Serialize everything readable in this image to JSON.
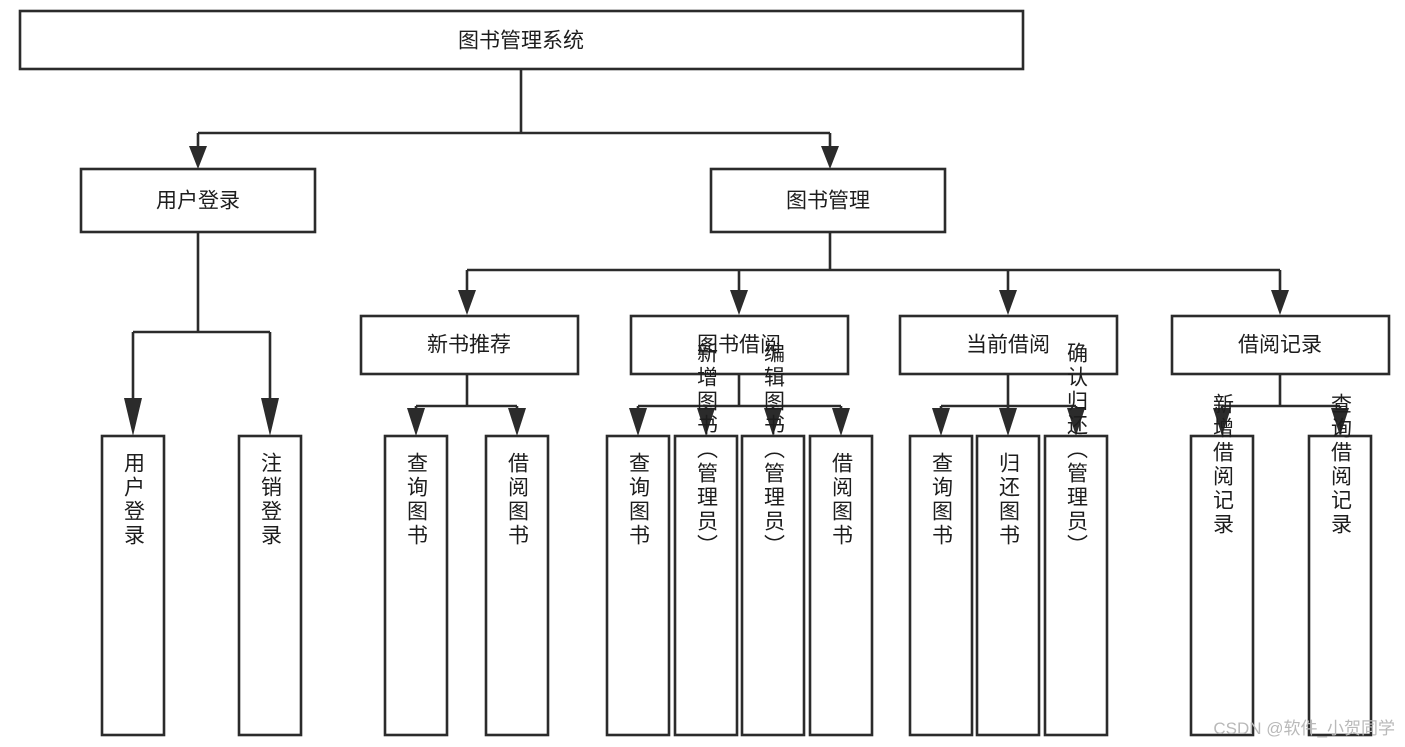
{
  "diagram": {
    "type": "tree-hierarchy",
    "orientation": "top-down",
    "title": "图书管理系统",
    "colors": {
      "box_fill": "#ffffff",
      "box_stroke": "#2b2b2b",
      "text": "#1d1d1d",
      "background": "#ffffff",
      "watermark": "#b9b9b9"
    },
    "levels": {
      "root": "图书管理系统",
      "level2": [
        "用户登录",
        "图书管理"
      ],
      "level3": [
        "新书推荐",
        "图书借阅",
        "当前借阅",
        "借阅记录"
      ],
      "level4_count": 13
    }
  },
  "root": {
    "label": "图书管理系统"
  },
  "level2": [
    {
      "label": "用户登录"
    },
    {
      "label": "图书管理"
    }
  ],
  "level3": [
    {
      "label": "新书推荐"
    },
    {
      "label": "图书借阅"
    },
    {
      "label": "当前借阅"
    },
    {
      "label": "借阅记录"
    }
  ],
  "leaves": {
    "user_login": [
      {
        "label": "用户登录"
      },
      {
        "label": "注销登录"
      }
    ],
    "new_book": [
      {
        "label": "查询图书"
      },
      {
        "label": "借阅图书"
      }
    ],
    "book_borrow": [
      {
        "label": "查询图书"
      },
      {
        "label": "新增图书（管理员）"
      },
      {
        "label": "编辑图书（管理员）"
      },
      {
        "label": "借阅图书"
      }
    ],
    "current_borrow": [
      {
        "label": "查询图书"
      },
      {
        "label": "归还图书"
      },
      {
        "label": "确认归还（管理员）"
      }
    ],
    "borrow_record": [
      {
        "label": "新增借阅记录"
      },
      {
        "label": "查询借阅记录"
      }
    ]
  },
  "watermark": {
    "label": "CSDN @软件_小贺同学"
  }
}
